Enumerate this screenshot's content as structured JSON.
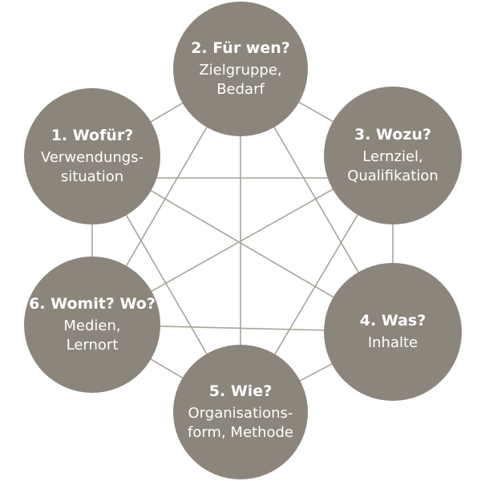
{
  "nodes": [
    {
      "title": "1. Wofür?",
      "lines": [
        "Verwendungs-",
        "situation"
      ]
    },
    {
      "title": "2. Für wen?",
      "lines": [
        "Zielgruppe,",
        "Bedarf"
      ]
    },
    {
      "title": "3. Wozu?",
      "lines": [
        "Lernziel,",
        "Qualifikation"
      ]
    },
    {
      "title": "4. Was?",
      "lines": [
        "Inhalte"
      ]
    },
    {
      "title": "5. Wie?",
      "lines": [
        "Organisations-",
        "form, Methode"
      ]
    },
    {
      "title": "6. Womit? Wo?",
      "lines": [
        "Medien,",
        "Lernort"
      ]
    }
  ],
  "colors": {
    "node_fill": "#8b857c",
    "link_stroke": "#a9a499",
    "text": "#ffffff"
  }
}
